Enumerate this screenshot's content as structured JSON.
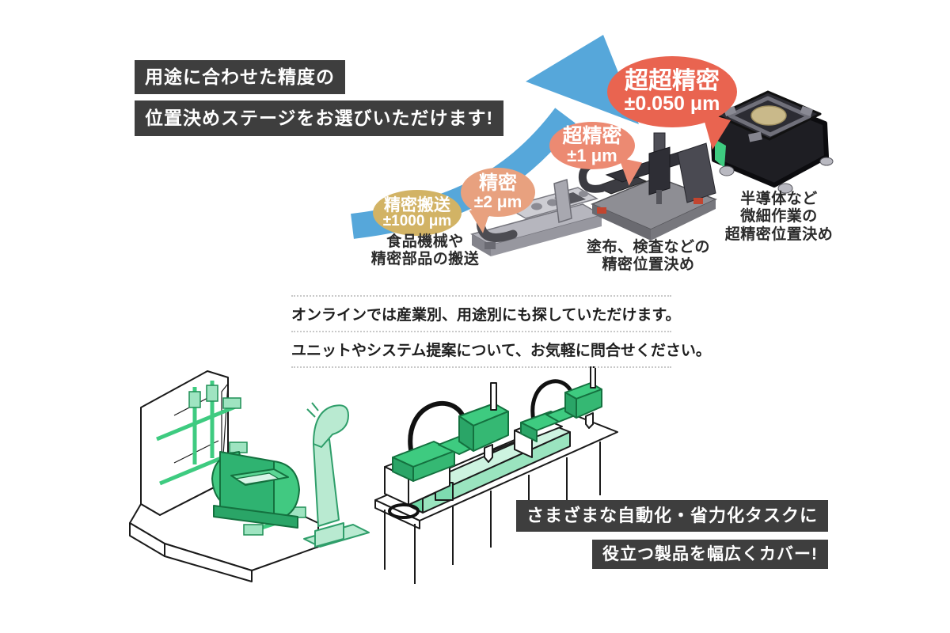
{
  "colors": {
    "banner_bg": "#3e3e3e",
    "arrow_blue": "#56a7da",
    "bubble_transfer": "#d2b365",
    "bubble_precision": "#e8a17f",
    "bubble_high": "#ec8a72",
    "bubble_ultra": "#e96450",
    "illustration_green": "#3ecb80",
    "illustration_green_light": "#b9ead1"
  },
  "top_section": {
    "headline_line1": "用途に合わせた精度の",
    "headline_line2": "位置決めステージをお選びいただけます!",
    "bubbles": [
      {
        "label": "精密搬送",
        "value": "±1000 μm"
      },
      {
        "label": "精密",
        "value": "±2 μm"
      },
      {
        "label": "超精密",
        "value": "±1 μm"
      },
      {
        "label": "超超精密",
        "value": "±0.050 μm"
      }
    ],
    "captions": [
      {
        "line1": "食品機械や",
        "line2": "精密部品の搬送"
      },
      {
        "line1": "塗布、検査などの",
        "line2": "精密位置決め"
      },
      {
        "line1": "半導体など",
        "line2": "微細作業の",
        "line3": "超精密位置決め"
      }
    ]
  },
  "info_section": {
    "row1": "オンラインでは産業別、用途別にも探していただけます。",
    "row2": "ユニットやシステム提案について、お気軽に問合せください。"
  },
  "bottom_section": {
    "headline_line1": "さまざまな自動化・省力化タスクに",
    "headline_line2": "役立つ製品を幅広くカバー!"
  }
}
